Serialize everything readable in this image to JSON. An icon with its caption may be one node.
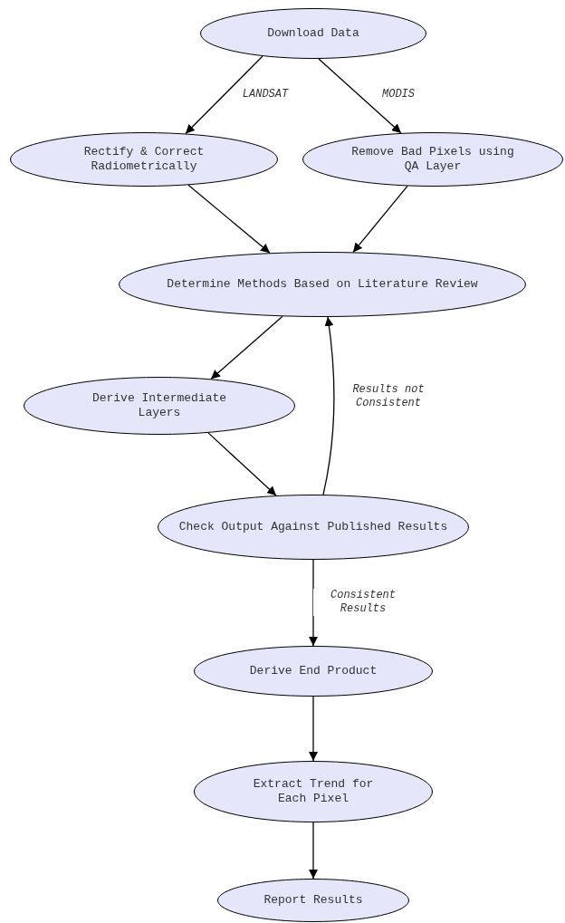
{
  "diagram": {
    "nodes": [
      {
        "text": [
          "Download Data"
        ]
      },
      {
        "text": [
          "Rectify & Correct Radiometrically"
        ]
      },
      {
        "text": [
          "Remove Bad Pixels using QA Layer"
        ]
      },
      {
        "text": [
          "Determine Methods Based on Literature Review"
        ]
      },
      {
        "text": [
          "Derive Intermediate Layers"
        ]
      },
      {
        "text": [
          "Check Output Against Published Results"
        ]
      },
      {
        "text": [
          "Derive End Product"
        ]
      },
      {
        "text": [
          "Extract Trend for Each Pixel"
        ]
      },
      {
        "text": [
          "Report Results"
        ]
      }
    ],
    "edges": [
      {
        "from": 0,
        "to": 1,
        "arrow": "to",
        "label": "LANDSAT"
      },
      {
        "from": 0,
        "to": 2,
        "arrow": "to",
        "label": "MODIS"
      },
      {
        "from": 1,
        "to": 3,
        "arrow": "to"
      },
      {
        "from": 2,
        "to": 3,
        "arrow": "to"
      },
      {
        "from": 3,
        "to": 4,
        "arrow": "to"
      },
      {
        "from": 4,
        "to": 5,
        "arrow": "to"
      },
      {
        "from": 5,
        "to": 3,
        "arrow": "to",
        "label": "Results not Consistent"
      },
      {
        "from": 5,
        "to": 6,
        "arrow": "to",
        "label": "Consistent Results"
      },
      {
        "from": 6,
        "to": 7,
        "arrow": "to"
      },
      {
        "from": 7,
        "to": 8,
        "arrow": "to"
      }
    ]
  }
}
